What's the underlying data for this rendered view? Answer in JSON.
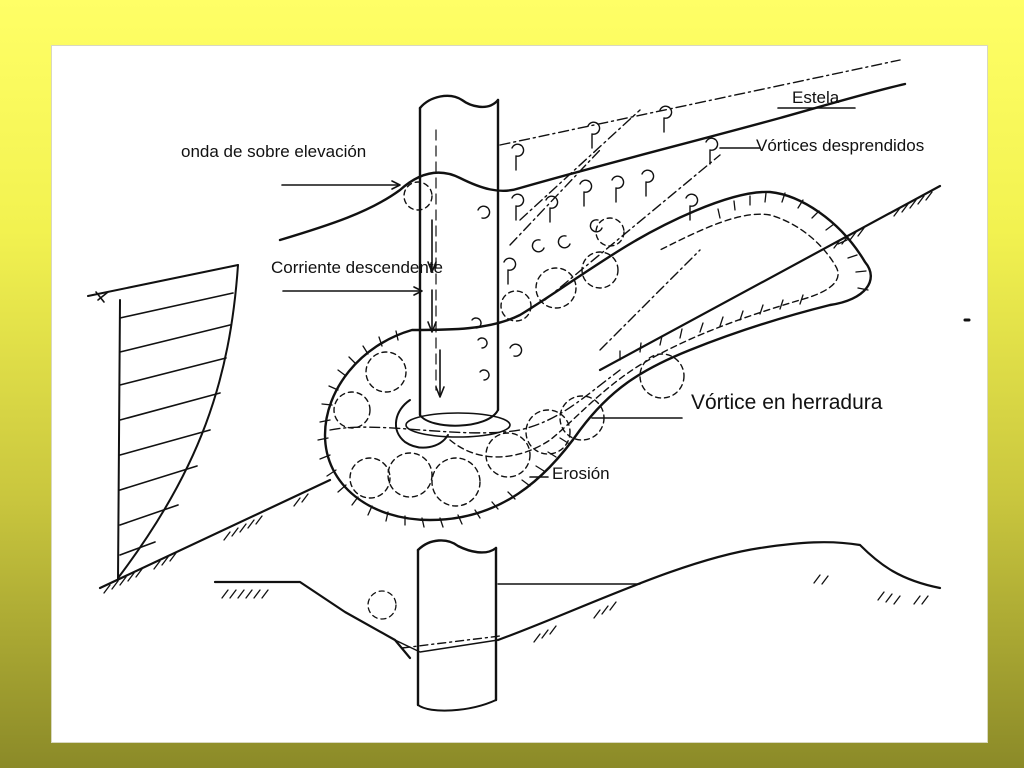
{
  "diagram": {
    "labels": {
      "wave": "onda de sobre elevación",
      "downflow": "Corriente descendente",
      "wake": "Estela",
      "shed_vortices": "Vórtices desprendidos",
      "horseshoe": "Vórtice en herradura",
      "erosion": "Erosión"
    },
    "colors": {
      "background_top": "#ffff66",
      "background_bottom": "#8b8a28",
      "paper": "#ffffff",
      "ink": "#111111"
    }
  }
}
